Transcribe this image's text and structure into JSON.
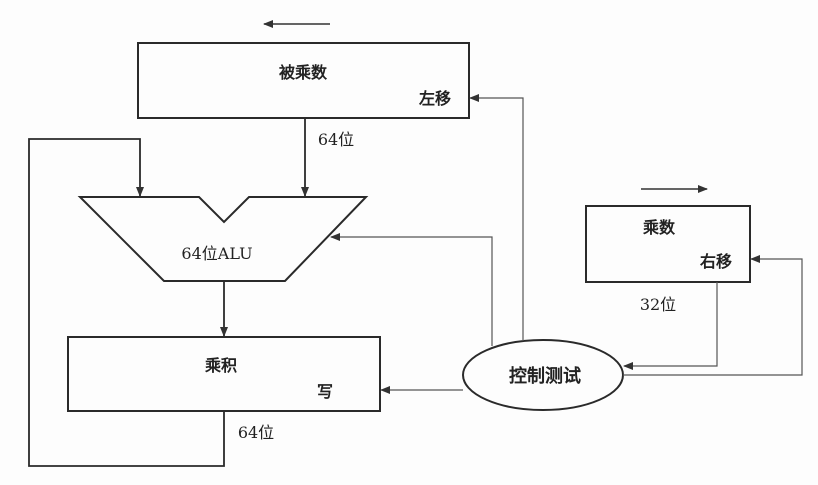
{
  "diagram": {
    "multiplicand": {
      "title": "被乘数",
      "action": "左移",
      "width_label": "64位"
    },
    "alu": {
      "label": "64位ALU"
    },
    "product": {
      "title": "乘积",
      "action": "写",
      "width_label": "64位"
    },
    "multiplier": {
      "title": "乘数",
      "action": "右移",
      "width_label": "32位"
    },
    "control": {
      "label": "控制测试"
    },
    "colors": {
      "line": "#2a2a2a",
      "thin_line": "#555555",
      "background": "#fdfdfd"
    }
  }
}
